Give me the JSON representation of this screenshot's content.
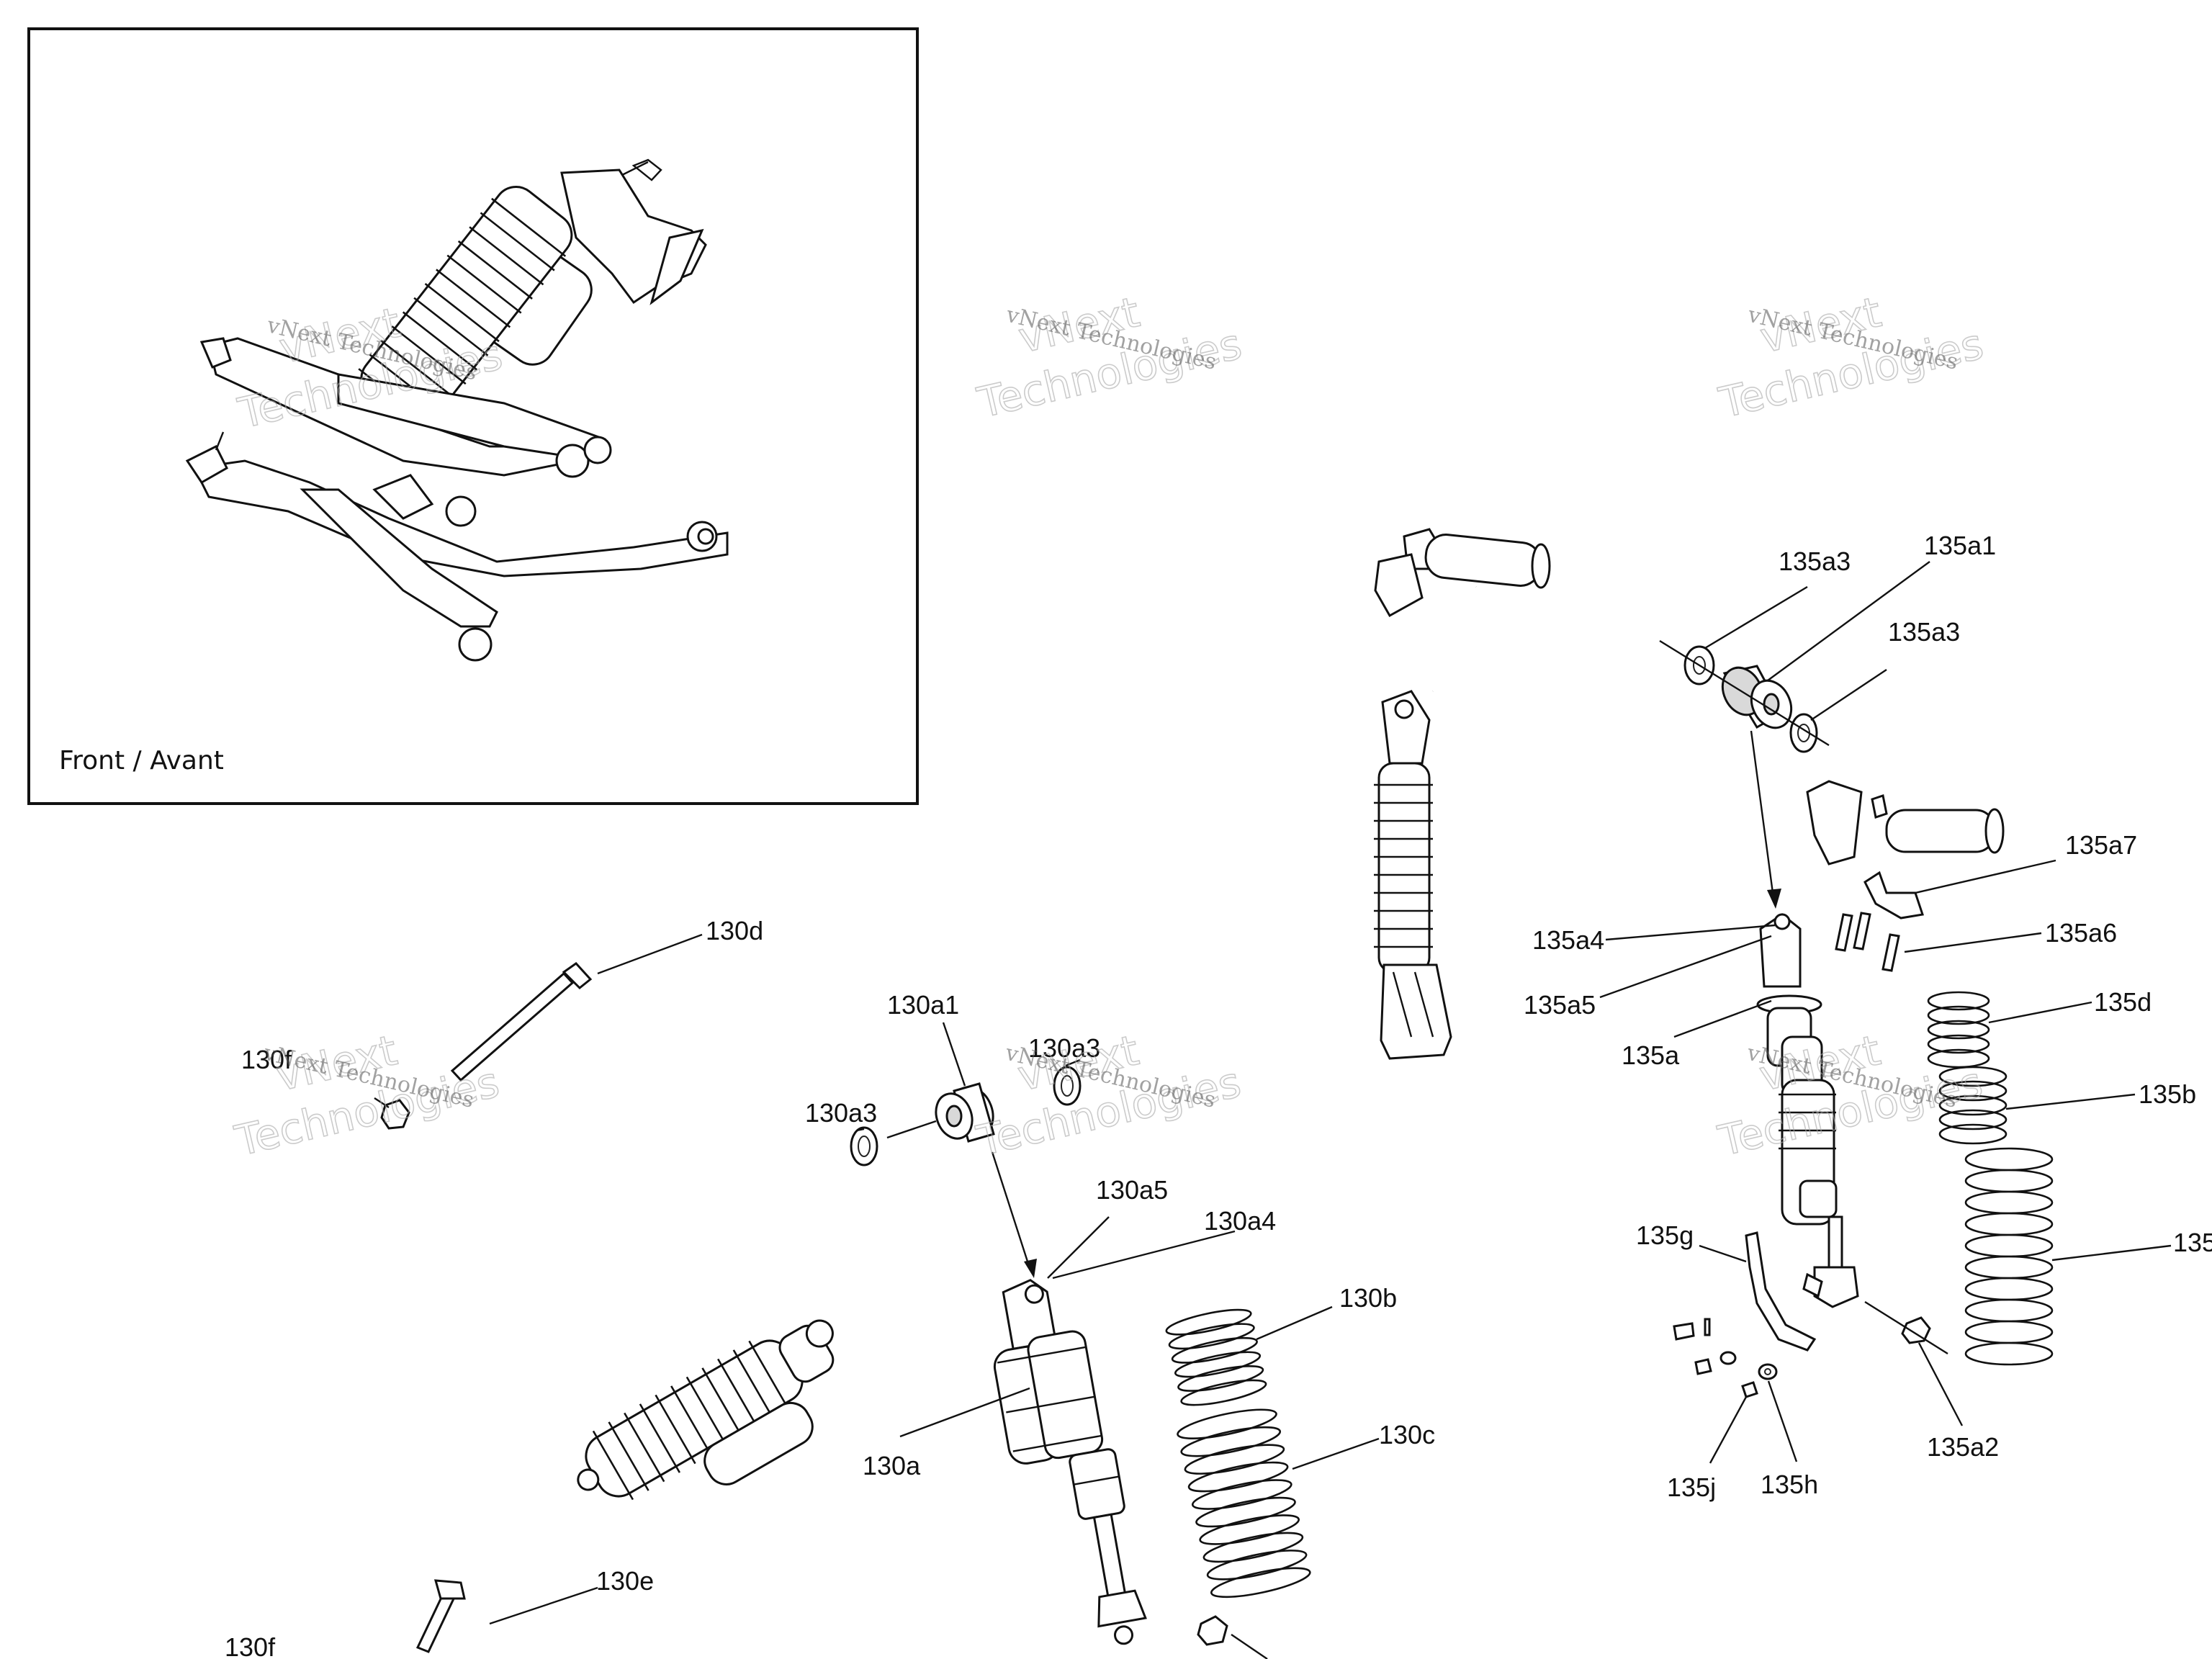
{
  "inset": {
    "caption": "Front / Avant"
  },
  "watermark": {
    "line1": "vNext",
    "line2": "Technologies",
    "small": "vNext Technologies"
  },
  "callouts": {
    "c130d": "130d",
    "c130f_top": "130f",
    "c130a1": "130a1",
    "c130a3_left": "130a3",
    "c130a3_right": "130a3",
    "c130a5": "130a5",
    "c130a4": "130a4",
    "c130b": "130b",
    "c130a": "130a",
    "c130c": "130c",
    "c130e": "130e",
    "c130f_bottom": "130f",
    "c135a3_top": "135a3",
    "c135a1": "135a1",
    "c135a3_right": "135a3",
    "c135a7": "135a7",
    "c135a4": "135a4",
    "c135a6": "135a6",
    "c135a5": "135a5",
    "c135d": "135d",
    "c135a": "135a",
    "c135b": "135b",
    "c135g": "135g",
    "c135c_partial": "135",
    "c135a2": "135a2",
    "c135j": "135j",
    "c135h": "135h"
  },
  "colors": {
    "line": "#111111",
    "shade": "#d9d9d9",
    "watermark": "#aaaaaa"
  }
}
